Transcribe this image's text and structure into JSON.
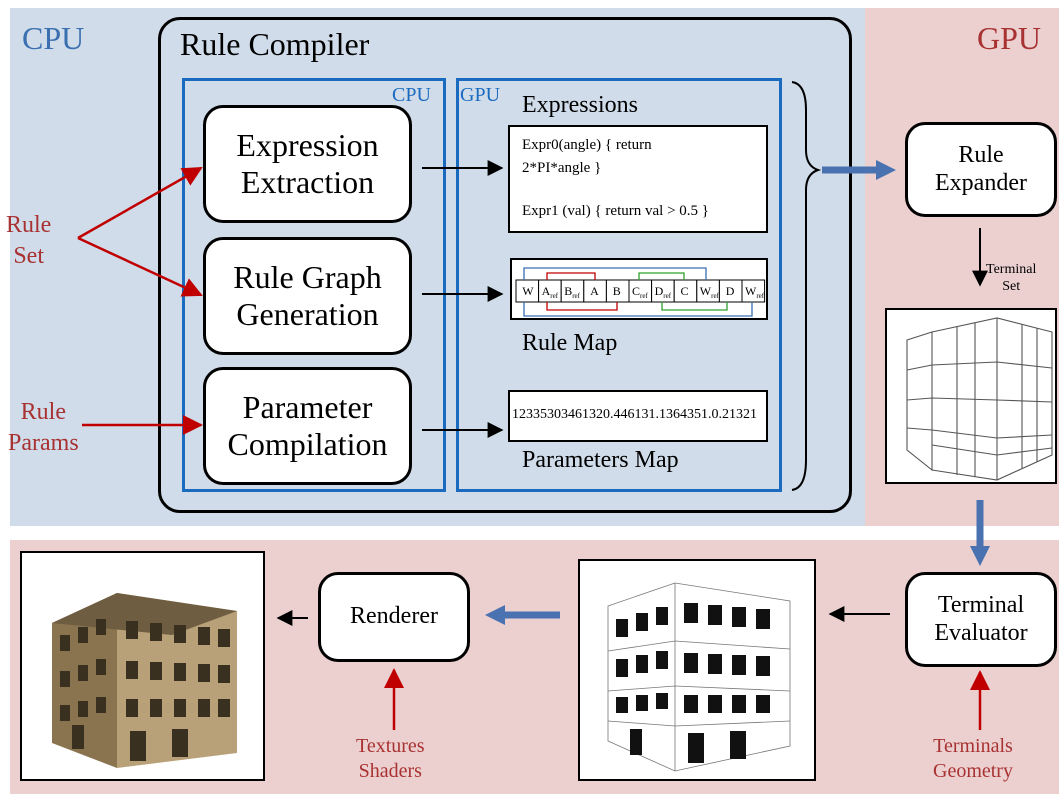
{
  "regions": {
    "cpu_label": "CPU",
    "gpu_label": "GPU"
  },
  "compiler": {
    "title": "Rule Compiler",
    "cpu_sub_label": "CPU",
    "gpu_sub_label": "GPU"
  },
  "inputs": {
    "rule_set": "Rule\nSet",
    "rule_params": "Rule\nParams"
  },
  "stages": {
    "expression_extraction": "Expression\nExtraction",
    "rule_graph_generation": "Rule Graph\nGeneration",
    "parameter_compilation": "Parameter\nCompilation"
  },
  "outputs": {
    "expressions_title": "Expressions",
    "expr0_line1": "Expr0(angle) { return",
    "expr0_line2": "2*PI*angle }",
    "expr1": "Expr1 (val) { return val > 0.5 }",
    "rule_map_title": "Rule Map",
    "rule_map_cells": [
      "W",
      "A",
      "B",
      "A",
      "B",
      "C",
      "D",
      "C",
      "W",
      "D",
      "W"
    ],
    "rule_map_subs": [
      "",
      "ref",
      "ref",
      "",
      "",
      "ref",
      "ref",
      "",
      "ref",
      "",
      "ref"
    ],
    "parameters_values": "12335303461320.446131.1364351.0.21321",
    "parameters_map_title": "Parameters Map"
  },
  "gpu_pipeline": {
    "rule_expander": "Rule\nExpander",
    "terminal_set": "Terminal\nSet",
    "terminal_evaluator": "Terminal\nEvaluator",
    "terminals_geometry": "Terminals\nGeometry",
    "renderer": "Renderer",
    "textures_shaders": "Textures\nShaders"
  },
  "colors": {
    "cpu_region": "#d0dcea",
    "gpu_region": "#ecd0d0",
    "cpu_accent": "#3a6fb0",
    "gpu_accent": "#a83232",
    "input_arrow": "#c00000",
    "flow_arrow": "#4a72b0",
    "sub_box_border": "#1a6bbf"
  }
}
